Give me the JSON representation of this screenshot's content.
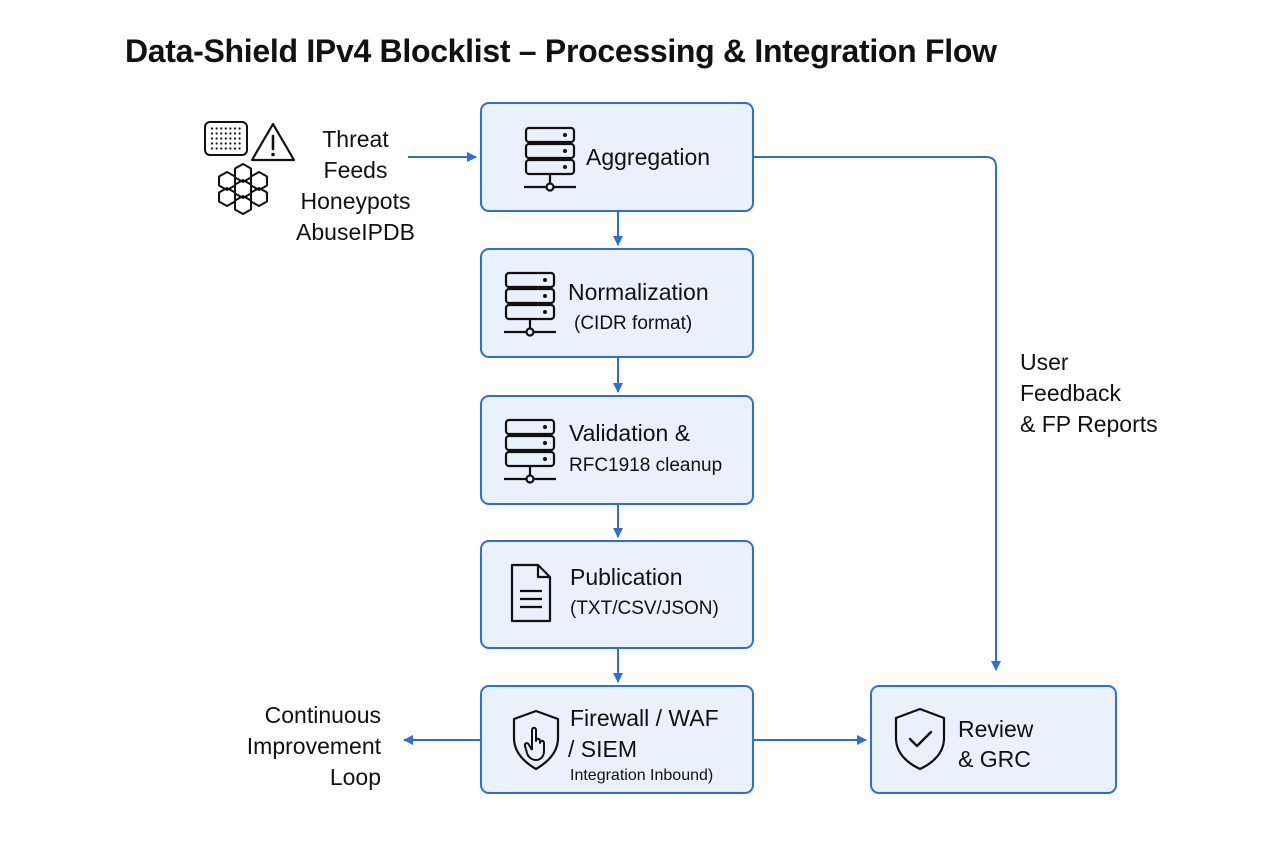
{
  "title": "Data-Shield IPv4 Blocklist – Processing & Integration Flow",
  "sources": {
    "lines": [
      "Threat",
      "Feeds",
      "Honeypots",
      "AbuseIPDB"
    ]
  },
  "pipeline": {
    "aggregation": {
      "label": "Aggregation"
    },
    "normalization": {
      "label": "Normalization",
      "sublabel": "(CIDR format)"
    },
    "validation": {
      "label": "Validation &",
      "sublabel": "RFC1918 cleanup"
    },
    "publication": {
      "label": "Publication",
      "sublabel": "(TXT/CSV/JSON)"
    },
    "integration": {
      "label_line1": "Firewall / WAF",
      "label_line2": "/ SIEM",
      "sublabel": "Integration Inbound)"
    }
  },
  "review": {
    "label_line1": "Review",
    "label_line2": "& GRC"
  },
  "feedback": {
    "lines": [
      "User",
      "Feedback",
      "& FP Reports"
    ]
  },
  "loop": {
    "lines": [
      "Continuous",
      "Improvement",
      "Loop"
    ]
  },
  "colors": {
    "accent": "#2f6fd0",
    "box_fill": "#e8f1fc",
    "icon_stroke": "#111111"
  },
  "icons": {
    "sources": [
      "grid-panel-icon",
      "warning-icon",
      "honeycomb-icon"
    ],
    "aggregation": "server-stack-icon",
    "normalization": "server-stack-icon",
    "validation": "server-stack-icon",
    "publication": "document-icon",
    "integration": "shield-hand-icon",
    "review": "shield-check-icon"
  }
}
